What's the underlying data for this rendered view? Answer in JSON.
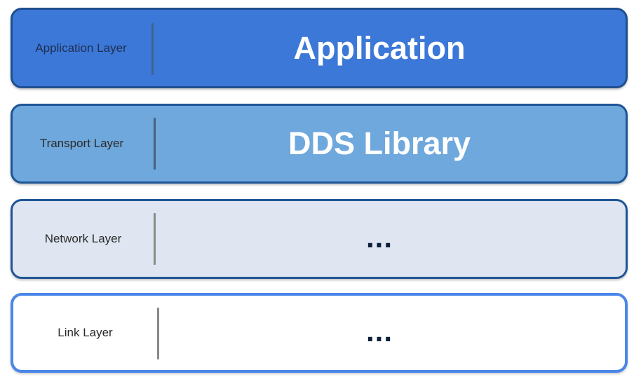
{
  "layers": [
    {
      "id": "application",
      "label": "Application Layer",
      "content": "Application",
      "fill": "#3c78d8"
    },
    {
      "id": "transport",
      "label": "Transport Layer",
      "content": "DDS Library",
      "fill": "#6fa8dc"
    },
    {
      "id": "network",
      "label": "Network Layer",
      "content": "...",
      "fill": "#dfe6f1"
    },
    {
      "id": "link",
      "label": "Link Layer",
      "content": "...",
      "fill": "#ffffff"
    }
  ]
}
